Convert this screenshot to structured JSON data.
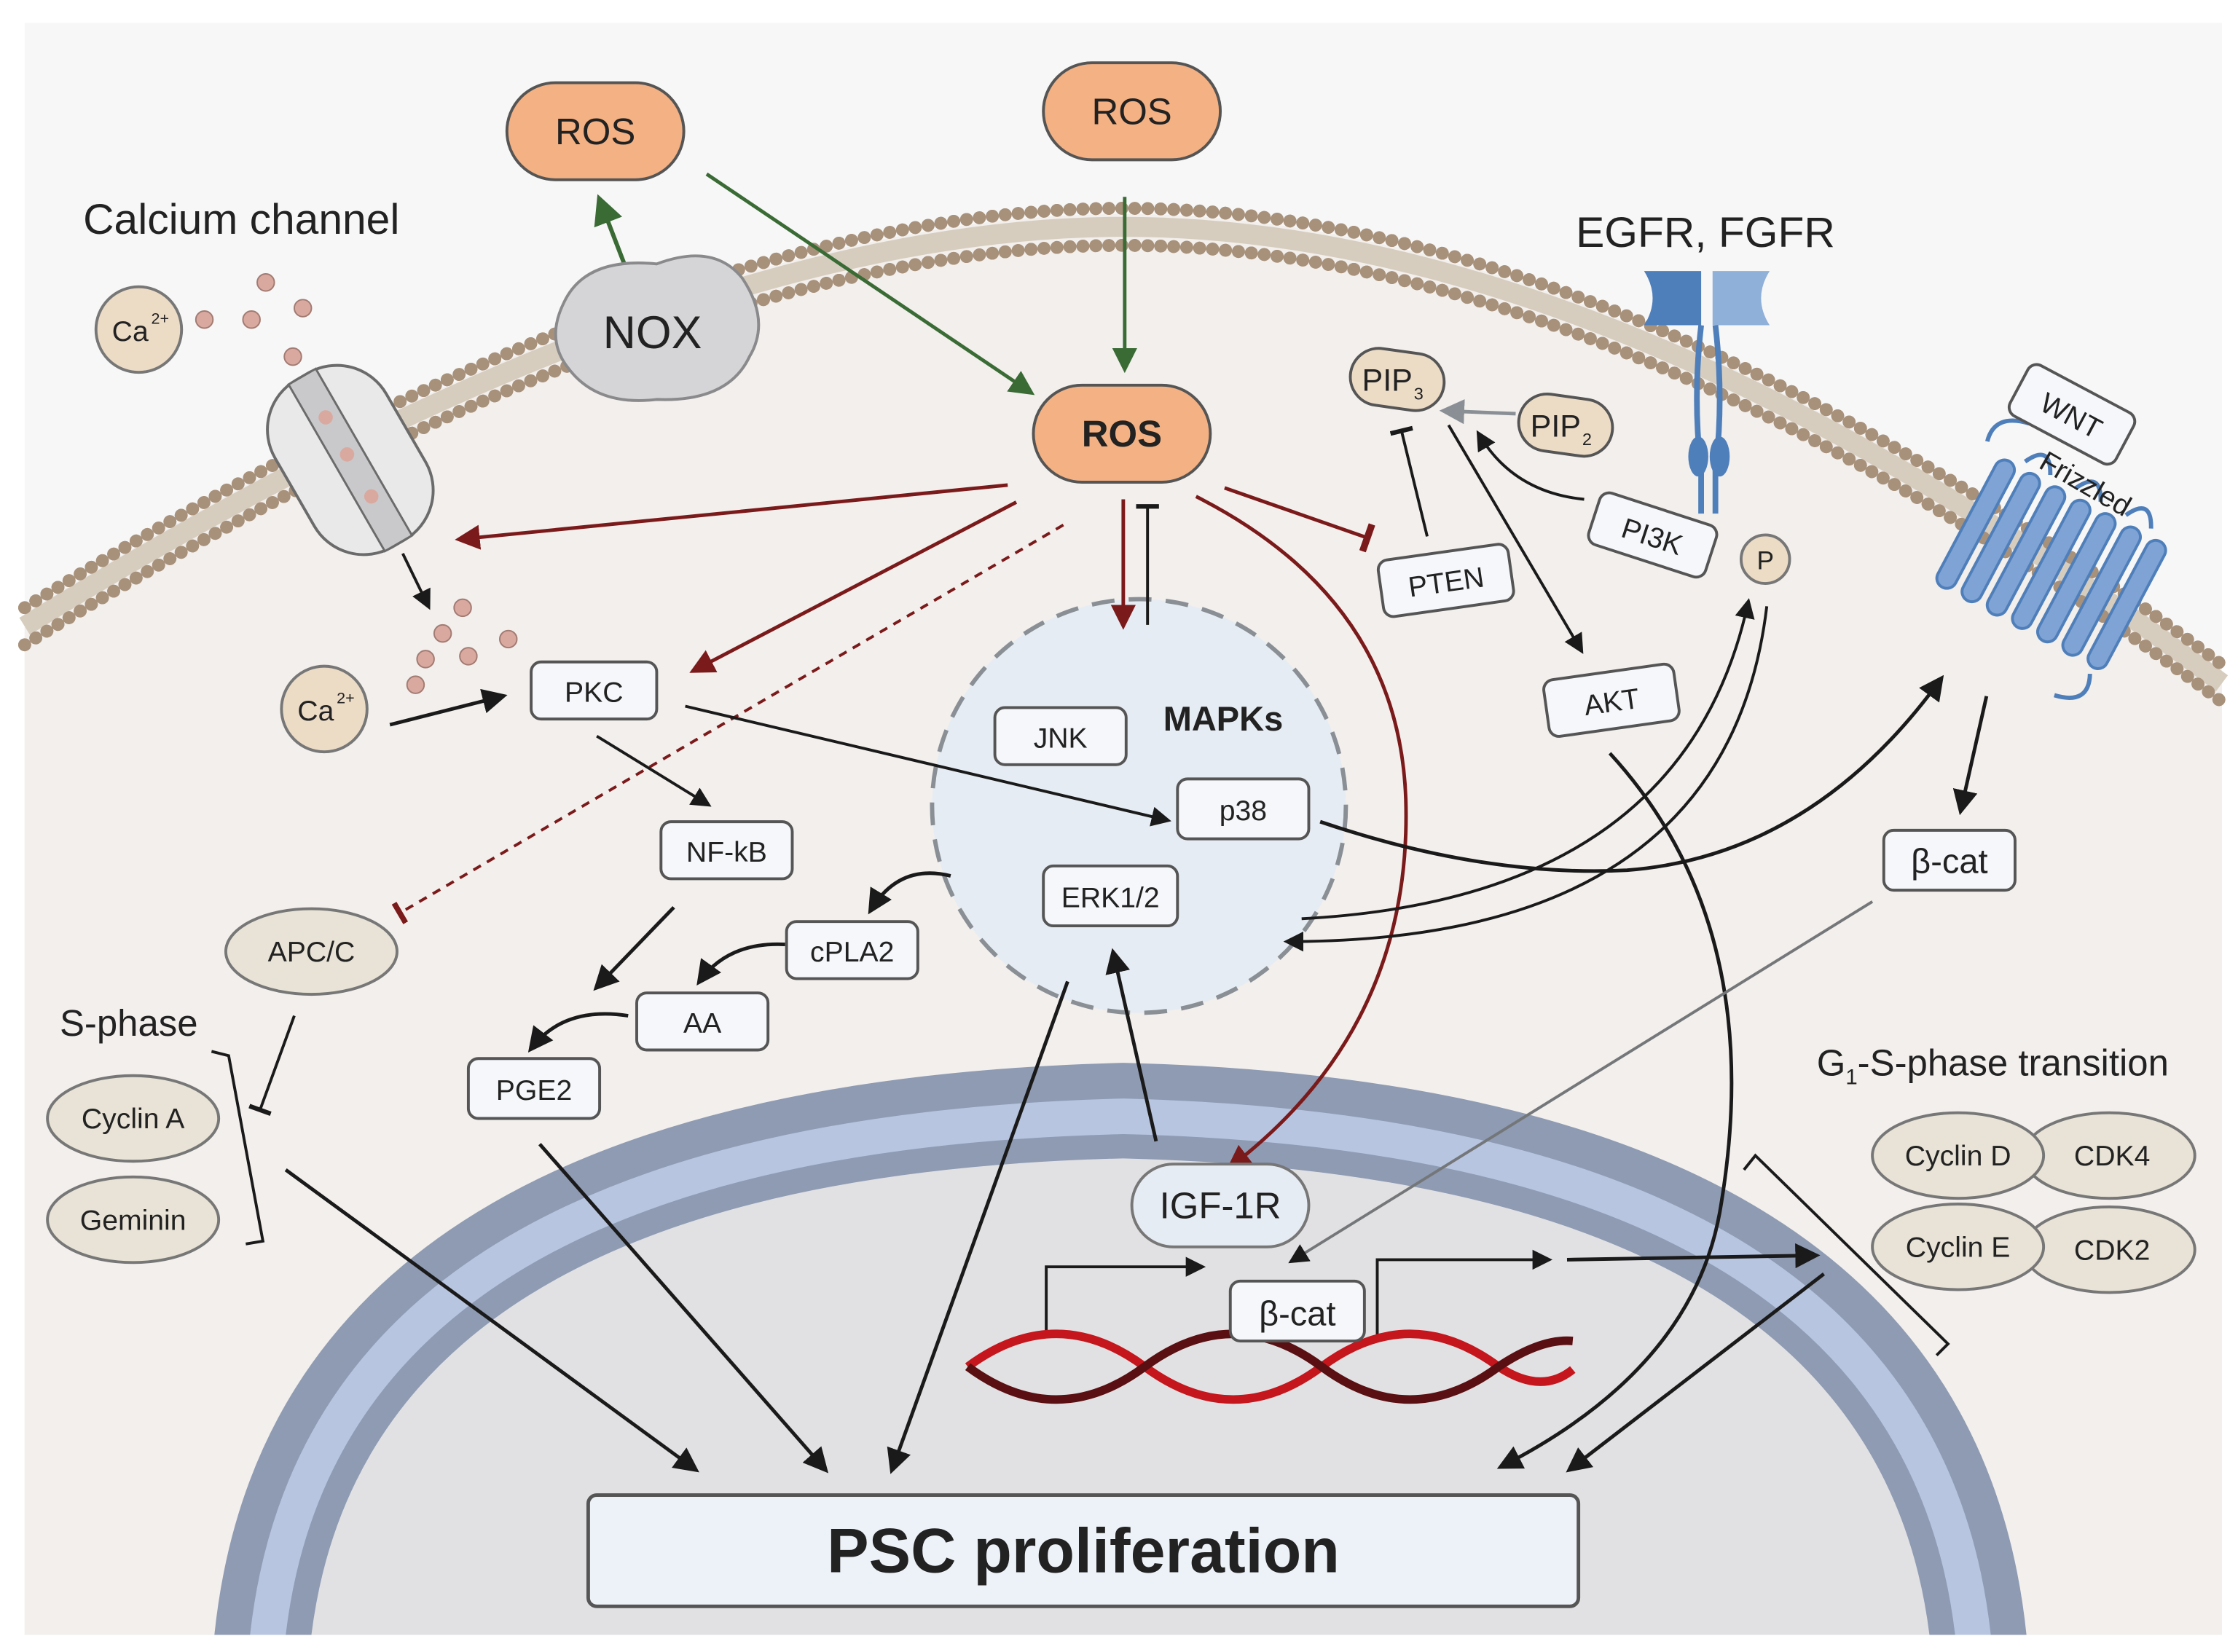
{
  "labels": {
    "calcium_channel": "Calcium channel",
    "ca_outside": "Ca",
    "ca_inside": "Ca",
    "ca_sup": "2+",
    "nox": "NOX",
    "ros_left": "ROS",
    "ros_top": "ROS",
    "ros_main": "ROS",
    "egfr_fgfr": "EGFR, FGFR",
    "pip3": "PIP",
    "pip3_sub": "3",
    "pip2": "PIP",
    "pip2_sub": "2",
    "pi3k": "PI3K",
    "p": "P",
    "pten": "PTEN",
    "akt": "AKT",
    "wnt": "WNT",
    "frizzled": "Frizzled",
    "pkc": "PKC",
    "nfkb": "NF-kB",
    "cpla2": "cPLA2",
    "aa": "AA",
    "pge2": "PGE2",
    "apcc": "APC/C",
    "s_phase": "S-phase",
    "cyclin_a": "Cyclin A",
    "geminin": "Geminin",
    "mapks": "MAPKs",
    "jnk": "JNK",
    "p38": "p38",
    "erk": "ERK1/2",
    "bcat_cyto": "β-cat",
    "bcat_nuc": "β-cat",
    "igf1r": "IGF-1R",
    "g1s_pre": "G",
    "g1s_sub": "1",
    "g1s_post": "-S-phase transition",
    "cyclin_d": "Cyclin D",
    "cdk4": "CDK4",
    "cyclin_e": "Cyclin E",
    "cdk2": "CDK2",
    "psc": "PSC proliferation"
  },
  "colors": {
    "ros_fill": "#f4b183",
    "activation_green": "#3a6b35",
    "inhibition_red": "#7b1a1a",
    "arrow_black": "#1a1a1a",
    "receptor_blue": "#4f7fba",
    "nucleus_ring": "#a9b6d1",
    "cell_fill": "#f3f1ef"
  },
  "icons": [
    "calcium-channel-icon",
    "nox-enzyme-icon",
    "egfr-receptor-icon",
    "frizzled-receptor-icon",
    "dna-helix-icon"
  ]
}
